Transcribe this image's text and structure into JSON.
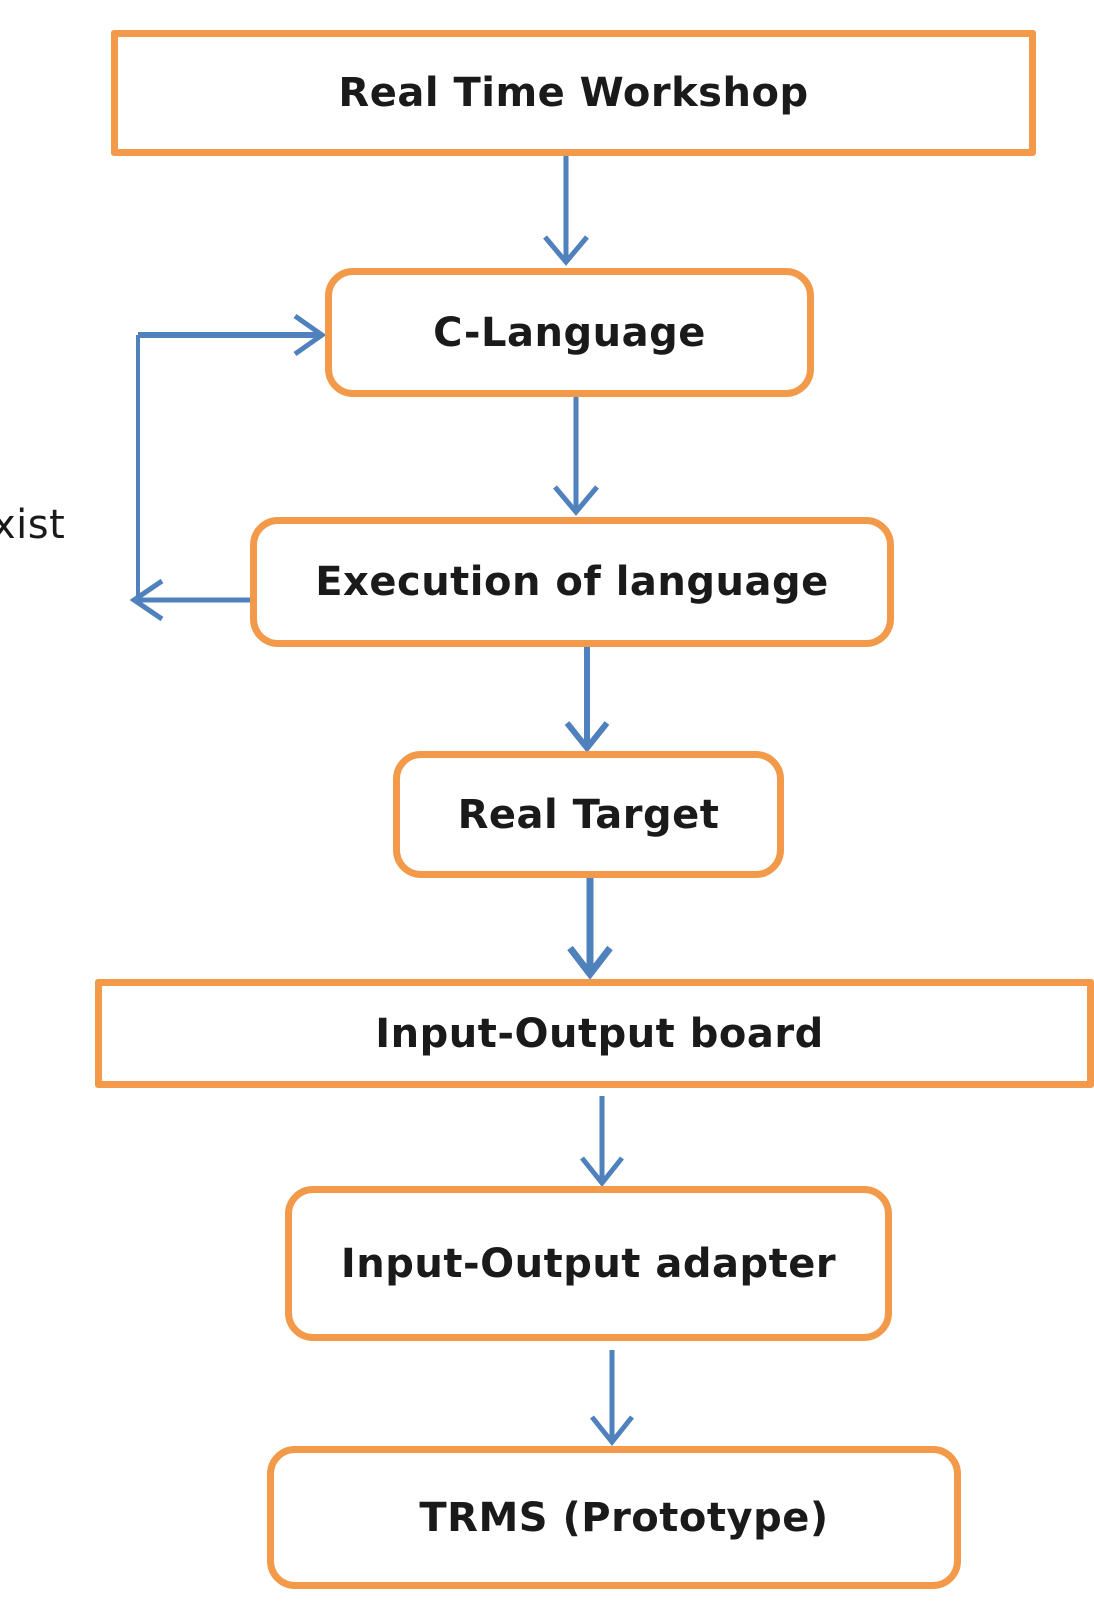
{
  "accent_colors": {
    "box_border": "#F39A4A",
    "arrow": "#4F81BD"
  },
  "nodes": {
    "real_time_workshop": "Real Time Workshop",
    "c_language": "C-Language",
    "execution_of_language": "Execution of language",
    "real_target": "Real Target",
    "io_board": "Input-Output board",
    "io_adapter": "Input-Output adapter",
    "trms": "TRMS (Prototype)"
  },
  "loop_label": "xist"
}
